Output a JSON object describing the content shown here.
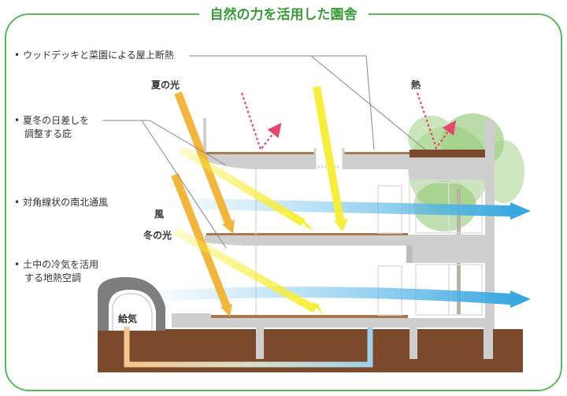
{
  "title": "自然の力を活用した園舎",
  "colors": {
    "frame": "#5cb85c",
    "title": "#3a9a3a",
    "soil": "#7b4a2c",
    "concrete": "#cfcfcf",
    "wood": "#a8784e",
    "summer_sun": "#f7ee3a",
    "winter_sun": "#f3b63c",
    "wind": "#7ec7ec",
    "heat": "#e4476e",
    "tree": "#9fcf84",
    "tunnel": "#7d7d7d",
    "pipe": "#9fd0ea"
  },
  "callouts": {
    "roof_heat": "ウッドデッキと菜園による屋上断熱",
    "eaves_line1": "夏冬の日差しを",
    "eaves_line2": "調整する庇",
    "wind_path": "対角線状の南北通風",
    "geothermal_line1": "土中の冷気を活用",
    "geothermal_line2": "する地熱空調"
  },
  "labels": {
    "summer_sun": "夏の光",
    "heat": "熱",
    "wind": "風",
    "winter_sun": "冬の光",
    "air_intake": "給気"
  },
  "icons": {
    "bullet": "•",
    "heat_arrow": "dotted-arrow-icon",
    "wind_arrow": "wind-arrow-icon"
  }
}
